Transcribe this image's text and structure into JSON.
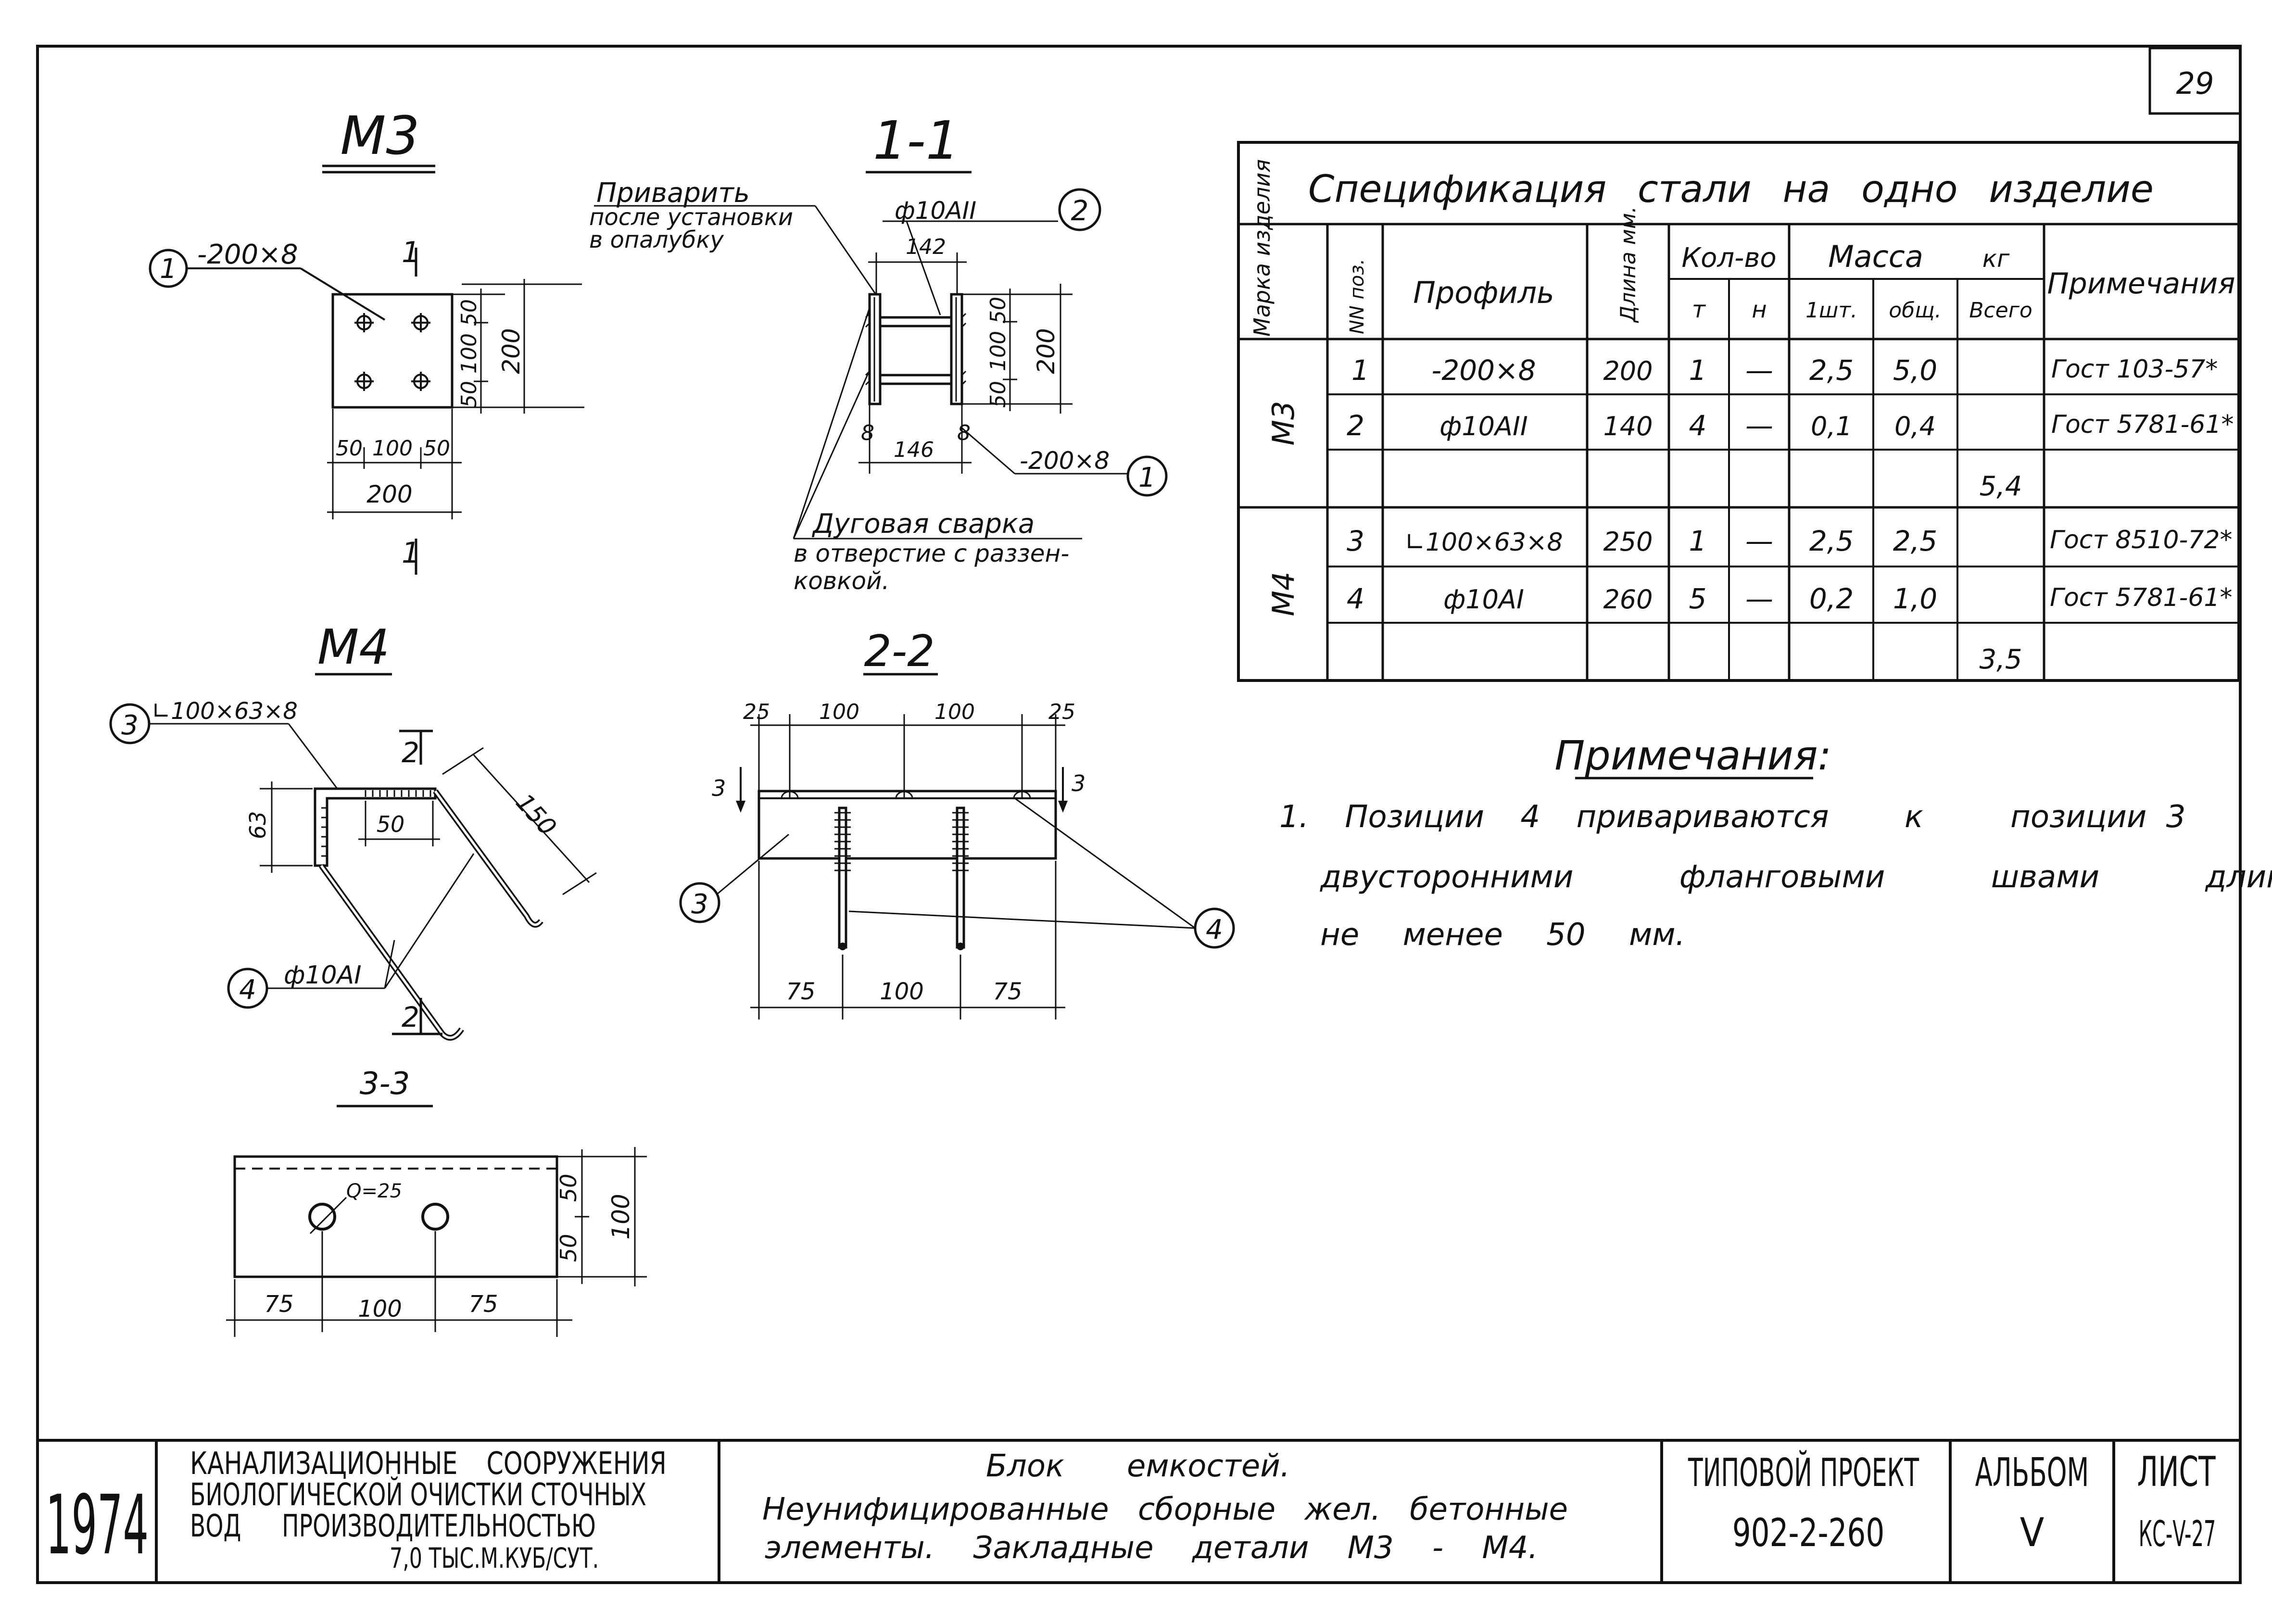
{
  "sheet_number": "29",
  "views": {
    "m3": {
      "title": "М3",
      "cut": "1",
      "plate_callout": "1",
      "plate_label": "-200×8",
      "dims": {
        "d50a": "50",
        "d100": "100",
        "d50b": "50",
        "d200": "200",
        "h50a": "50",
        "h100": "100",
        "h50b": "50",
        "h200": "200"
      }
    },
    "s11": {
      "title": "1-1",
      "note1": "Приварить",
      "note2": "после установки",
      "note3": "в опалубку",
      "rod_label": "ф10АII",
      "rod_callout": "2",
      "dim142": "142",
      "dim146": "146",
      "d50a": "50",
      "d100": "100",
      "d50b": "50",
      "d200": "200",
      "weld8a": "8",
      "weld8b": "8",
      "plate_label": "-200×8",
      "plate_callout": "1",
      "arc1": "Дуговая сварка",
      "arc2": "в отверстие с раззен-",
      "arc3": "ковкой."
    },
    "m4": {
      "title": "М4",
      "angle_callout": "3",
      "angle_label": "∟100×63×8",
      "cut": "2",
      "dim63": "63",
      "dim50": "50",
      "dim150": "150",
      "rod_callout": "4",
      "rod_label": "ф10АI"
    },
    "s22": {
      "title": "2-2",
      "d25a": "25",
      "d100a": "100",
      "d100b": "100",
      "d25b": "25",
      "cut_a": "3",
      "cut_b": "3",
      "callout3": "3",
      "callout4": "4",
      "d75a": "75",
      "d100c": "100",
      "d75b": "75"
    },
    "s33": {
      "title": "3-3",
      "hole": "Q=25",
      "h50a": "50",
      "h50b": "50",
      "h100": "100",
      "d75a": "75",
      "d100": "100",
      "d75b": "75"
    }
  },
  "spec": {
    "title": "Спецификация стали на одно изделие",
    "headers": {
      "mark": "Марка изделия",
      "pos": "NN поз.",
      "profile": "Профиль",
      "length": "Длина мм.",
      "qty": "Кол-во",
      "qty_t": "т",
      "qty_n": "н",
      "mass": "Масса",
      "mass_unit": "кг",
      "mass_one": "1шт.",
      "mass_total": "общ.",
      "mass_all": "Всего",
      "notes": "Примечания"
    },
    "rows": [
      {
        "mark": "М3",
        "pos": "1",
        "profile": "-200×8",
        "length": "200",
        "t": "1",
        "n": "—",
        "one": "2,5",
        "total": "5,0",
        "note": "Гост 103-57*"
      },
      {
        "mark": "",
        "pos": "2",
        "profile": "ф10АII",
        "length": "140",
        "t": "4",
        "n": "—",
        "one": "0,1",
        "total": "0,4",
        "note": "Гост 5781-61*"
      },
      {
        "mark": "М4",
        "pos": "3",
        "profile": "∟100×63×8",
        "length": "250",
        "t": "1",
        "n": "—",
        "one": "2,5",
        "total": "2,5",
        "note": "Гост 8510-72*"
      },
      {
        "mark": "",
        "pos": "4",
        "profile": "ф10АI",
        "length": "260",
        "t": "5",
        "n": "—",
        "one": "0,2",
        "total": "1,0",
        "note": "Гост 5781-61*"
      }
    ],
    "totals": {
      "m3": "5,4",
      "m4": "3,5"
    }
  },
  "notes": {
    "title": "Примечания:",
    "line1a": "1. Позиции 4 привариваются",
    "line1b": "к",
    "line1c": "позиции 3",
    "line2": "двусторонними фланговыми швами длиной",
    "line3": "не менее 50 мм."
  },
  "title_block": {
    "year": "1974",
    "org1": "КАНАЛИЗАЦИОННЫЕ СООРУЖЕНИЯ",
    "org2": "БИОЛОГИЧЕСКОЙ ОЧИСТКИ СТОЧНЫХ",
    "org3": "ВОД ПРОИЗВОДИТЕЛЬНОСТЬЮ",
    "org4": "7,0 ТЫС.М.КУБ/СУТ.",
    "desc1": "Блок емкостей.",
    "desc2": "Неунифицированные сборные жел. бетонные",
    "desc3": "элементы. Закладные детали М3 - М4.",
    "project_label": "ТИПОВОЙ ПРОЕКТ",
    "project_num": "902-2-260",
    "album_label": "АЛЬБОМ",
    "album_num": "V",
    "sheet_label": "ЛИСТ",
    "sheet_code": "КС-V-27"
  }
}
